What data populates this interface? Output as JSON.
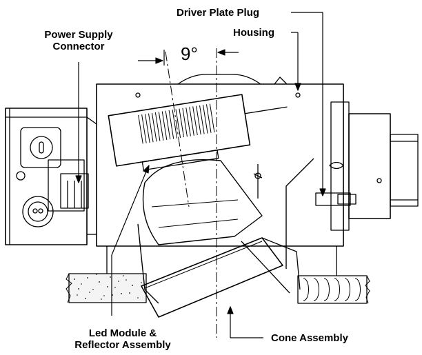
{
  "labels": {
    "driver_plate_plug": "Driver Plate Plug",
    "housing": "Housing",
    "power_supply_connector_line1": "Power Supply",
    "power_supply_connector_line2": "Connector",
    "led_module_line1": "Led Module &",
    "led_module_line2": "Reflector Assembly",
    "cone_assembly": "Cone Assembly",
    "tilt_angle": "9°"
  }
}
